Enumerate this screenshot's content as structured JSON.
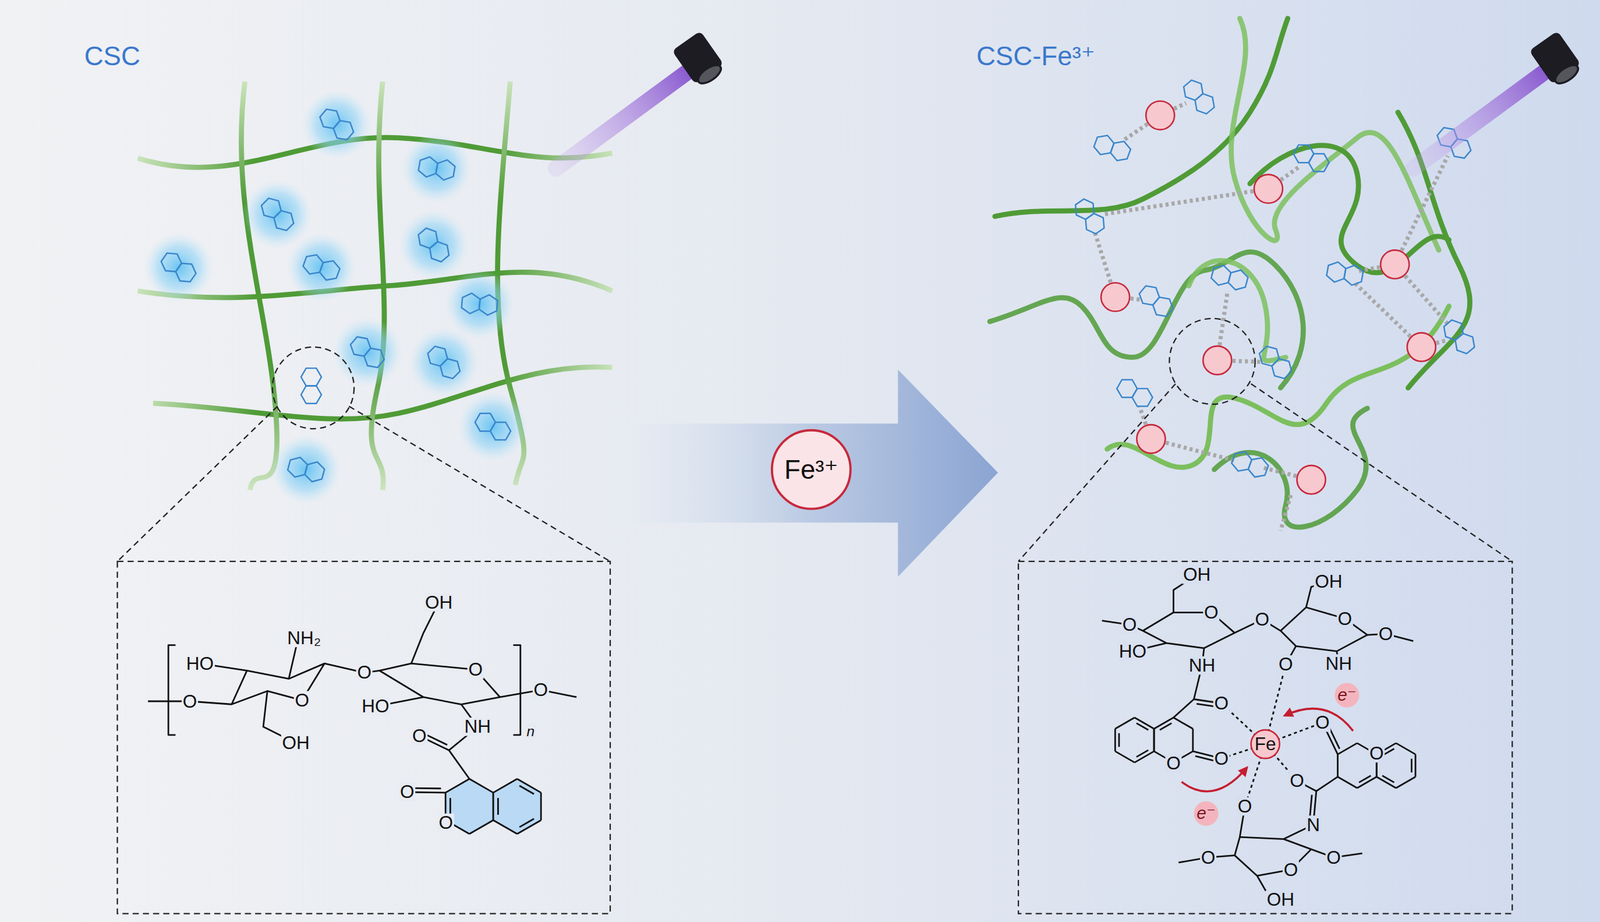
{
  "diagram": {
    "nodes": [
      {
        "text": [
          "Fe³⁺"
        ]
      }
    ],
    "labels": [
      "CSC",
      "CSC-Fe³⁺",
      "HO",
      "NH₂",
      "O",
      "OH",
      "HO",
      "O",
      "O",
      "OH",
      "NH",
      "n",
      "O",
      "O",
      "O",
      "O",
      "O",
      "OH",
      "OH",
      "O",
      "O",
      "O",
      "O",
      "O",
      "HO",
      "NH",
      "O",
      "NH",
      "e⁻",
      "O",
      "O",
      "O",
      "Fe",
      "O",
      "O",
      "O",
      "e⁻",
      "O",
      "N",
      "O",
      "O",
      "O",
      "OH"
    ]
  }
}
